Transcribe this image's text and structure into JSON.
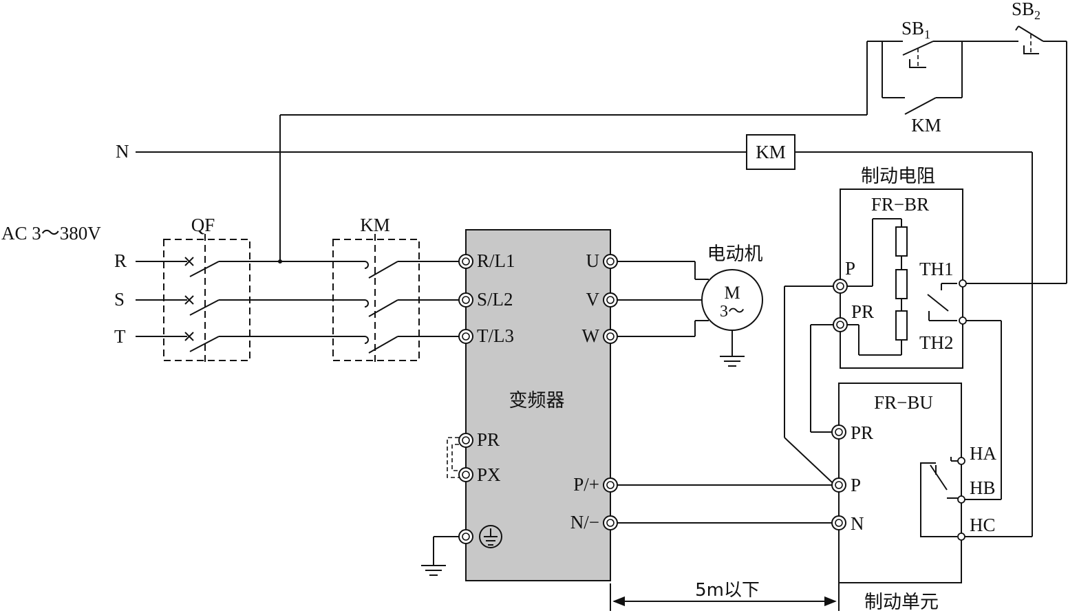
{
  "supply": {
    "label": "AC 3～380V",
    "phases": [
      "R",
      "S",
      "T"
    ],
    "neutral": "N"
  },
  "breaker": {
    "label": "QF"
  },
  "contactor": {
    "label": "KM",
    "coil_label": "KM",
    "aux_contact_label": "KM"
  },
  "buttons": {
    "start": "SB",
    "start_sub": "1",
    "stop": "SB",
    "stop_sub": "2"
  },
  "inverter": {
    "title": "变频器",
    "inputs": [
      "R/L1",
      "S/L2",
      "T/L3"
    ],
    "outputs": [
      "U",
      "V",
      "W"
    ],
    "aux": [
      "PR",
      "PX"
    ],
    "dc": [
      "P/+",
      "N/−"
    ]
  },
  "motor": {
    "title": "电动机",
    "symbol": "M",
    "phase": "3～"
  },
  "brake_resistor": {
    "title": "制动电阻",
    "model": "FR−BR",
    "terminals": [
      "P",
      "PR"
    ],
    "thermal": [
      "TH1",
      "TH2"
    ]
  },
  "brake_unit": {
    "title": "制动单元",
    "model": "FR−BU",
    "terminals": [
      "PR",
      "P",
      "N"
    ],
    "relay": [
      "HA",
      "HB",
      "HC"
    ]
  },
  "distance": "5m以下"
}
